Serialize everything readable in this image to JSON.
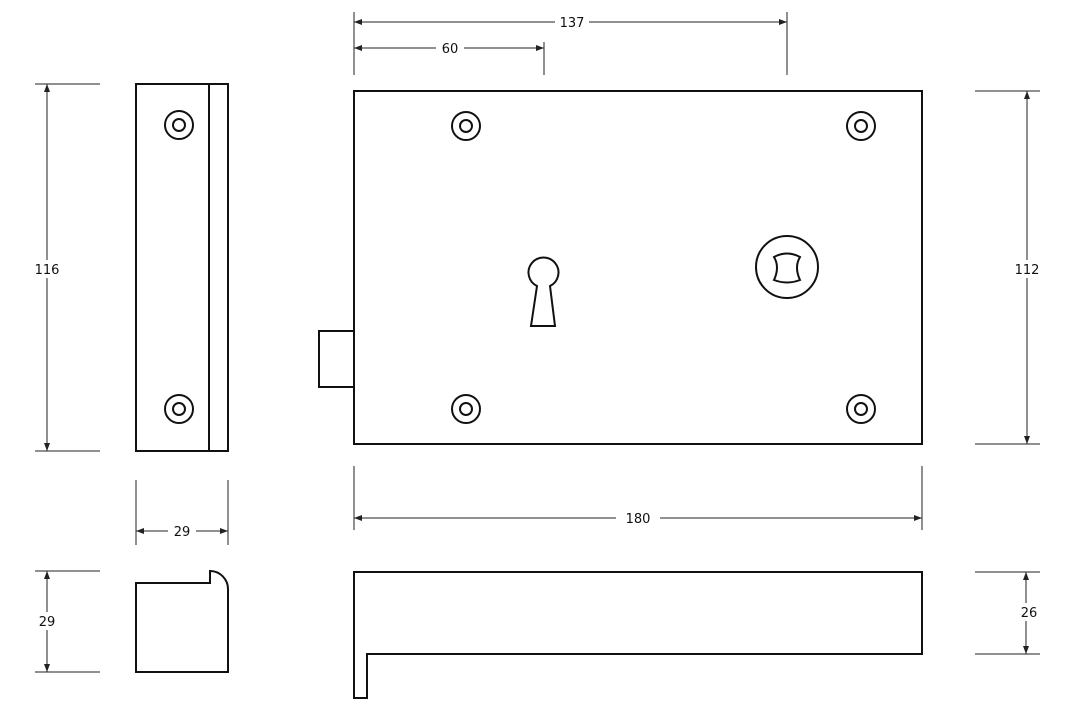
{
  "dimensions": {
    "top_total": "137",
    "top_partial": "60",
    "left_height": "116",
    "right_height": "112",
    "body_width": "180",
    "side_width": "29",
    "side_depth": "29",
    "bottom_depth": "26"
  },
  "colors": {
    "line": "#111111",
    "background": "#ffffff"
  }
}
